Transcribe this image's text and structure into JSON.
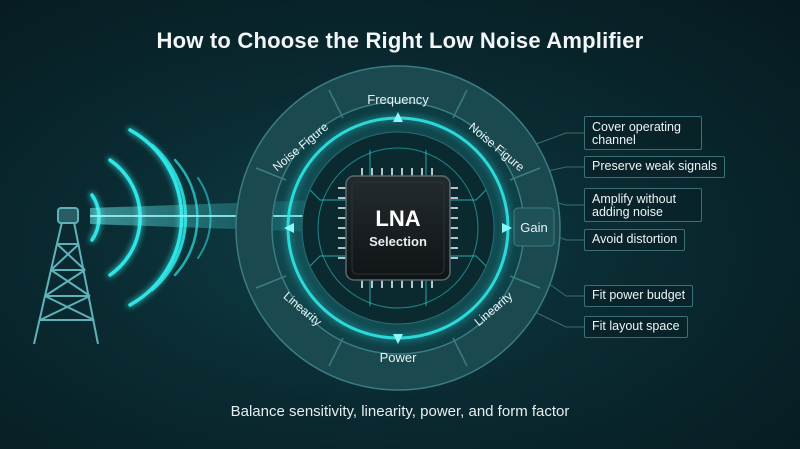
{
  "title": "How to Choose the Right Low Noise Amplifier",
  "subtitle": "Balance sensitivity, linearity, power, and form factor",
  "chip": {
    "line1": "LNA",
    "line2": "Selection"
  },
  "ring_labels": {
    "top": "Frequency",
    "top_left": "Noise Figure",
    "top_right": "Noise Figure",
    "right": "Gain",
    "bottom_left": "Linearity",
    "bottom_right": "Linearity",
    "bottom": "Power"
  },
  "callouts": [
    "Cover operating channel",
    "Preserve weak signals",
    "Amplify without adding noise",
    "Avoid distortion",
    "Fit power budget",
    "Fit layout space"
  ],
  "colors": {
    "accent": "#2ee6e6",
    "ring": "#1f5a60",
    "panel": "#0c2f36"
  }
}
